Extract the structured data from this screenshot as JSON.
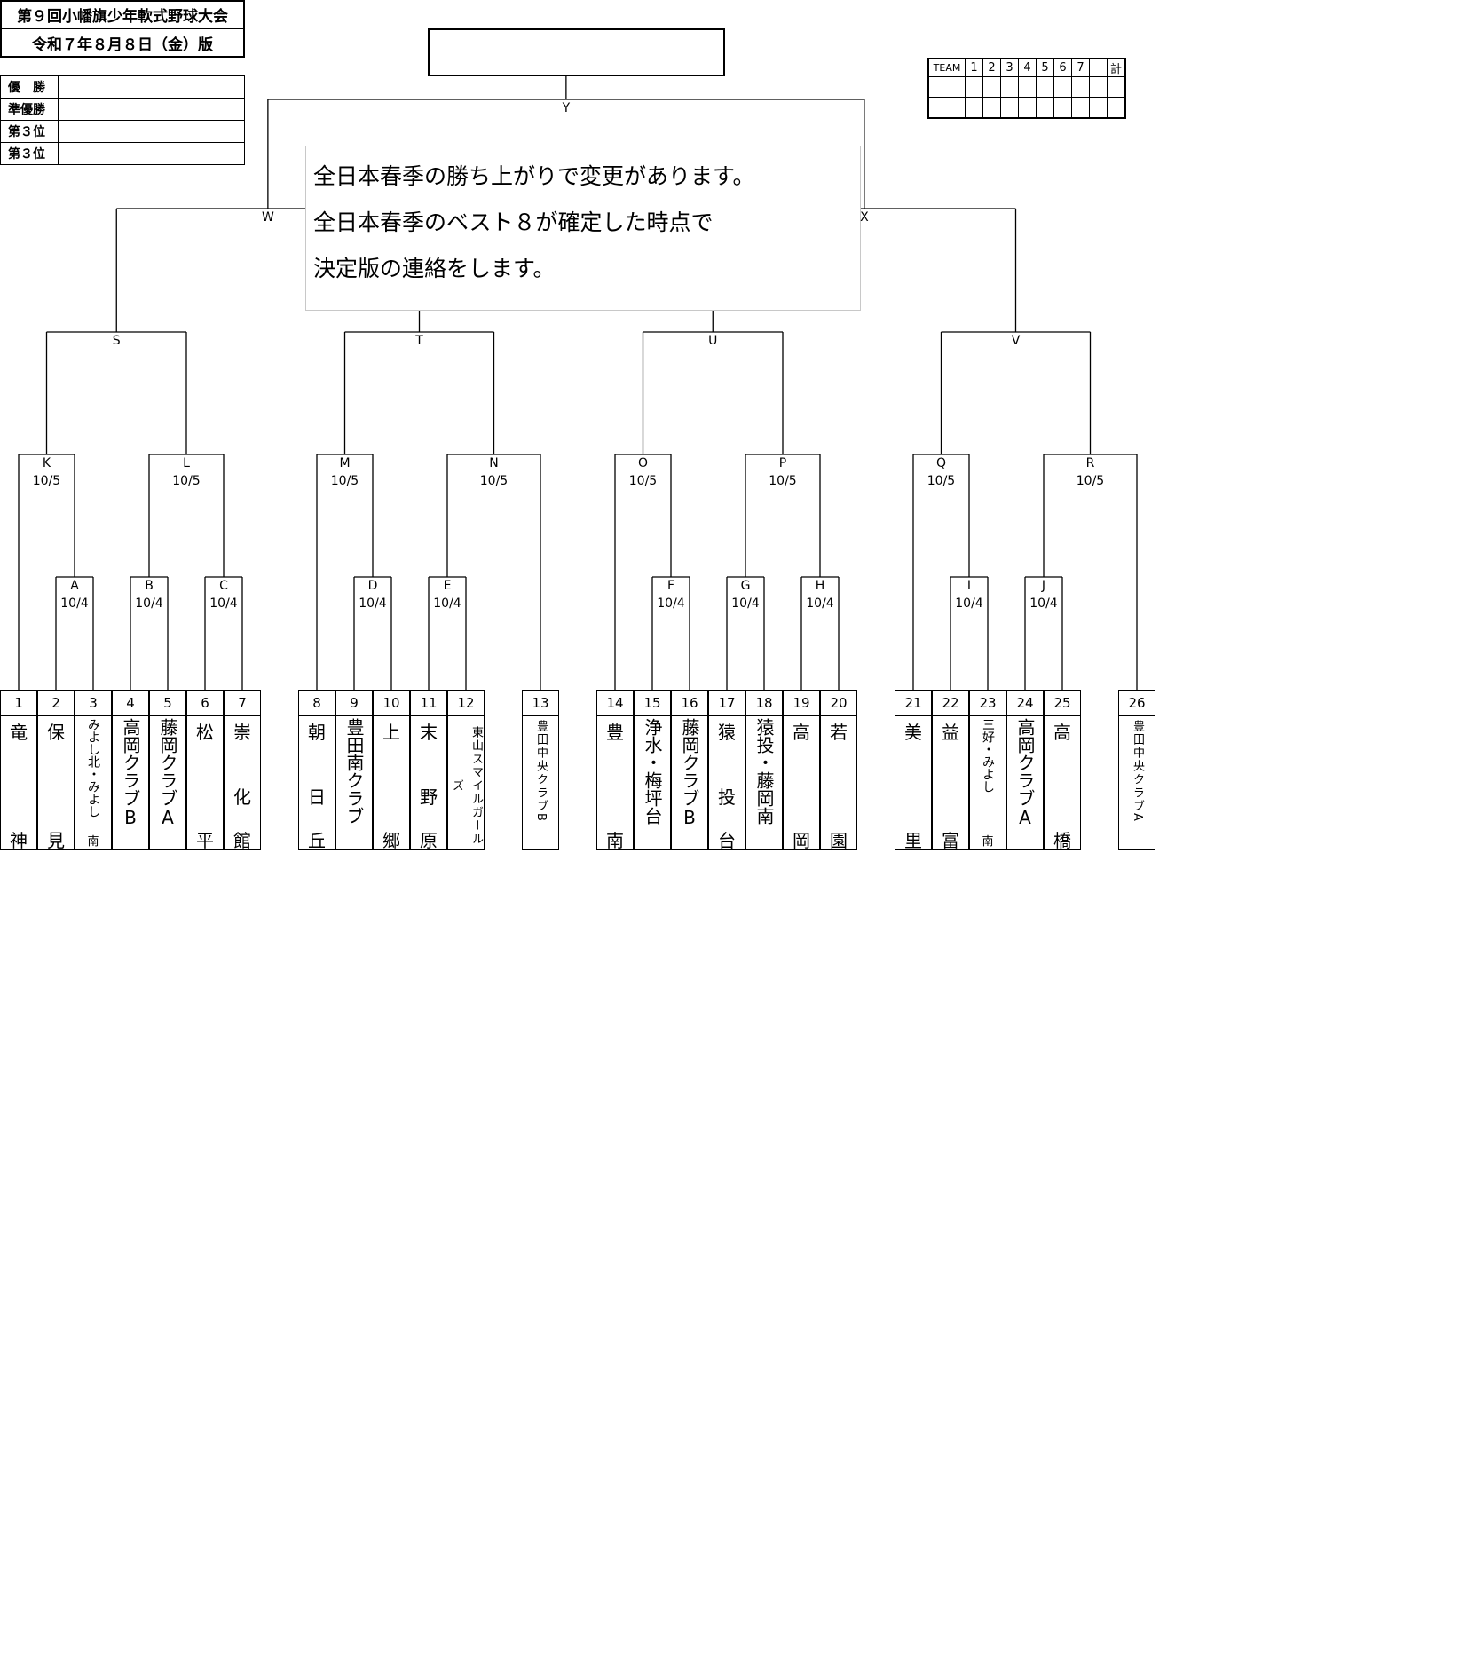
{
  "header": {
    "title": "第９回小幡旗少年軟式野球大会",
    "edition": "令和７年８月８日（金）版"
  },
  "results": [
    {
      "label": "優　勝",
      "value": ""
    },
    {
      "label": "準優勝",
      "value": ""
    },
    {
      "label": "第３位",
      "value": ""
    },
    {
      "label": "第３位",
      "value": ""
    }
  ],
  "scoreboard": {
    "header": [
      "TEAM",
      "1",
      "2",
      "3",
      "4",
      "5",
      "6",
      "7",
      "",
      "計"
    ],
    "rows": [
      [
        "",
        "",
        "",
        "",
        "",
        "",
        "",
        "",
        "",
        ""
      ],
      [
        "",
        "",
        "",
        "",
        "",
        "",
        "",
        "",
        "",
        ""
      ]
    ]
  },
  "notice": {
    "lines": [
      "全日本春季の勝ち上がりで変更があります。",
      "全日本春季のベスト８が確定した時点で",
      "決定版の連絡をします。"
    ]
  },
  "champion": {
    "name": ""
  },
  "bracket": {
    "teams": [
      {
        "num": "1",
        "top": "竜",
        "bottom": "神"
      },
      {
        "num": "2",
        "top": "保",
        "bottom": "見"
      },
      {
        "num": "3",
        "chars": "みよし北・みよし",
        "last": "南"
      },
      {
        "num": "4",
        "chars": "高岡クラブB"
      },
      {
        "num": "5",
        "chars": "藤岡クラブA"
      },
      {
        "num": "6",
        "top": "松",
        "bottom": "平"
      },
      {
        "num": "7",
        "top": "崇",
        "mid": "化",
        "bottom": "館"
      },
      {
        "num": "8",
        "top": "朝",
        "mid": "日",
        "bottom": "丘"
      },
      {
        "num": "9",
        "chars": "豊田南クラブ"
      },
      {
        "num": "10",
        "top": "上",
        "bottom": "郷"
      },
      {
        "num": "11",
        "top": "末",
        "mid": "野",
        "bottom": "原"
      },
      {
        "num": "12",
        "small": "東山スマイルガールズ"
      },
      {
        "num": "13",
        "small": "豊田中央クラブB"
      },
      {
        "num": "14",
        "top": "豊",
        "bottom": "南"
      },
      {
        "num": "15",
        "chars": "浄水・梅坪台"
      },
      {
        "num": "16",
        "chars": "藤岡クラブB"
      },
      {
        "num": "17",
        "top": "猿",
        "mid": "投",
        "bottom": "台"
      },
      {
        "num": "18",
        "chars": "猿投・藤岡南"
      },
      {
        "num": "19",
        "top": "高",
        "bottom": "岡"
      },
      {
        "num": "20",
        "top": "若",
        "bottom": "園"
      },
      {
        "num": "21",
        "top": "美",
        "bottom": "里"
      },
      {
        "num": "22",
        "top": "益",
        "bottom": "富"
      },
      {
        "num": "23",
        "chars": "三好・みよし",
        "last": "南"
      },
      {
        "num": "24",
        "chars": "高岡クラブA"
      },
      {
        "num": "25",
        "top": "高",
        "bottom": "橋"
      },
      {
        "num": "26",
        "small": "豊田中央クラブA"
      }
    ],
    "matches": [
      {
        "label": "A",
        "date": "10/4"
      },
      {
        "label": "B",
        "date": "10/4"
      },
      {
        "label": "C",
        "date": "10/4"
      },
      {
        "label": "D",
        "date": "10/4"
      },
      {
        "label": "E",
        "date": "10/4"
      },
      {
        "label": "F",
        "date": "10/4"
      },
      {
        "label": "G",
        "date": "10/4"
      },
      {
        "label": "H",
        "date": "10/4"
      },
      {
        "label": "I",
        "date": "10/4"
      },
      {
        "label": "J",
        "date": "10/4"
      },
      {
        "label": "K",
        "date": "10/5"
      },
      {
        "label": "L",
        "date": "10/5"
      },
      {
        "label": "M",
        "date": "10/5"
      },
      {
        "label": "N",
        "date": "10/5"
      },
      {
        "label": "O",
        "date": "10/5"
      },
      {
        "label": "P",
        "date": "10/5"
      },
      {
        "label": "Q",
        "date": "10/5"
      },
      {
        "label": "R",
        "date": "10/5"
      },
      {
        "label": "S",
        "date": ""
      },
      {
        "label": "T",
        "date": ""
      },
      {
        "label": "U",
        "date": ""
      },
      {
        "label": "V",
        "date": ""
      },
      {
        "label": "W",
        "date": ""
      },
      {
        "label": "X",
        "date": ""
      },
      {
        "label": "Y",
        "date": ""
      }
    ]
  }
}
